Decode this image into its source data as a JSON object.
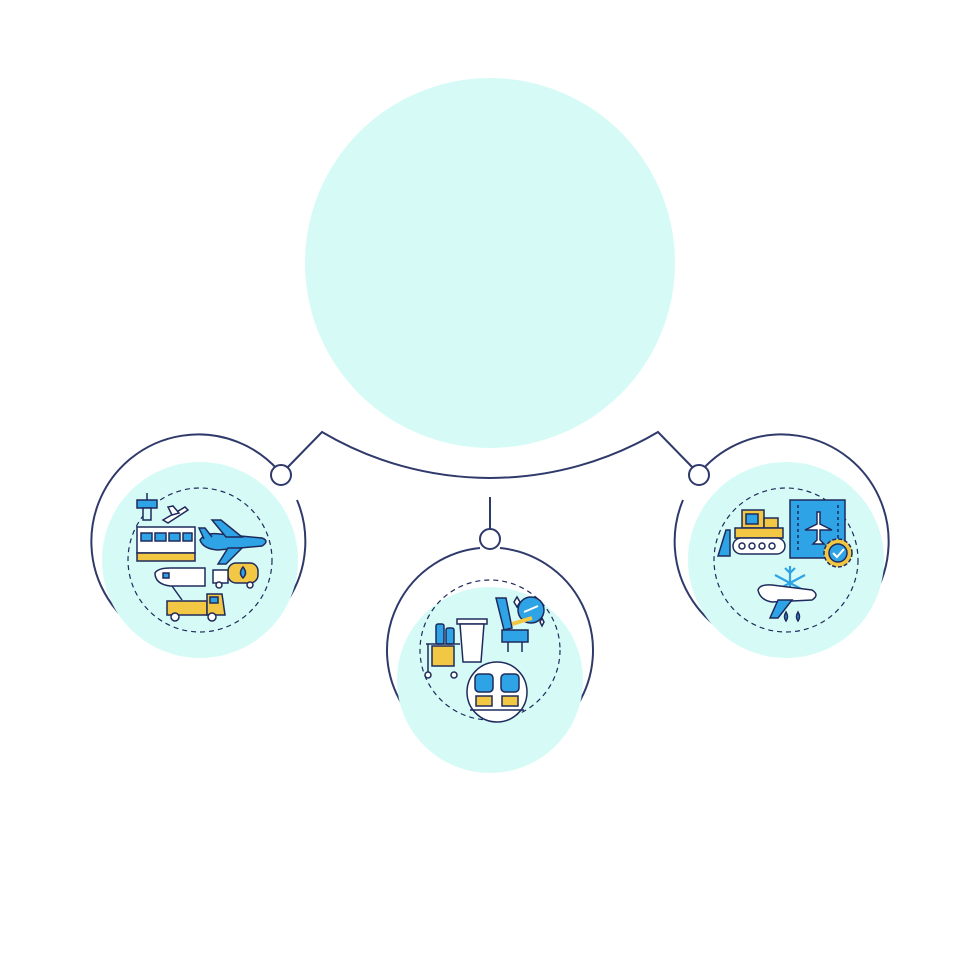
{
  "colors": {
    "background": "#ffffff",
    "circle_fill": "#d6fbf7",
    "line": "#2f3a6b",
    "blue": "#2ea3e6",
    "yellow": "#f2c744",
    "outline": "#1f2a5c"
  },
  "nodes": [
    {
      "id": "center",
      "label": "",
      "icons": []
    },
    {
      "id": "ground-handling",
      "label": "",
      "icons": [
        "control-tower-icon",
        "terminal-icon",
        "airplane-icon",
        "fuel-truck-icon",
        "tug-truck-icon"
      ]
    },
    {
      "id": "cabin-cleaning",
      "label": "",
      "icons": [
        "cleaning-cart-icon",
        "trash-bin-icon",
        "seat-cleaning-icon",
        "cabin-seats-icon"
      ]
    },
    {
      "id": "winter-operations",
      "label": "",
      "icons": [
        "snow-plow-icon",
        "runway-icon",
        "gear-check-icon",
        "deicing-icon"
      ]
    }
  ]
}
